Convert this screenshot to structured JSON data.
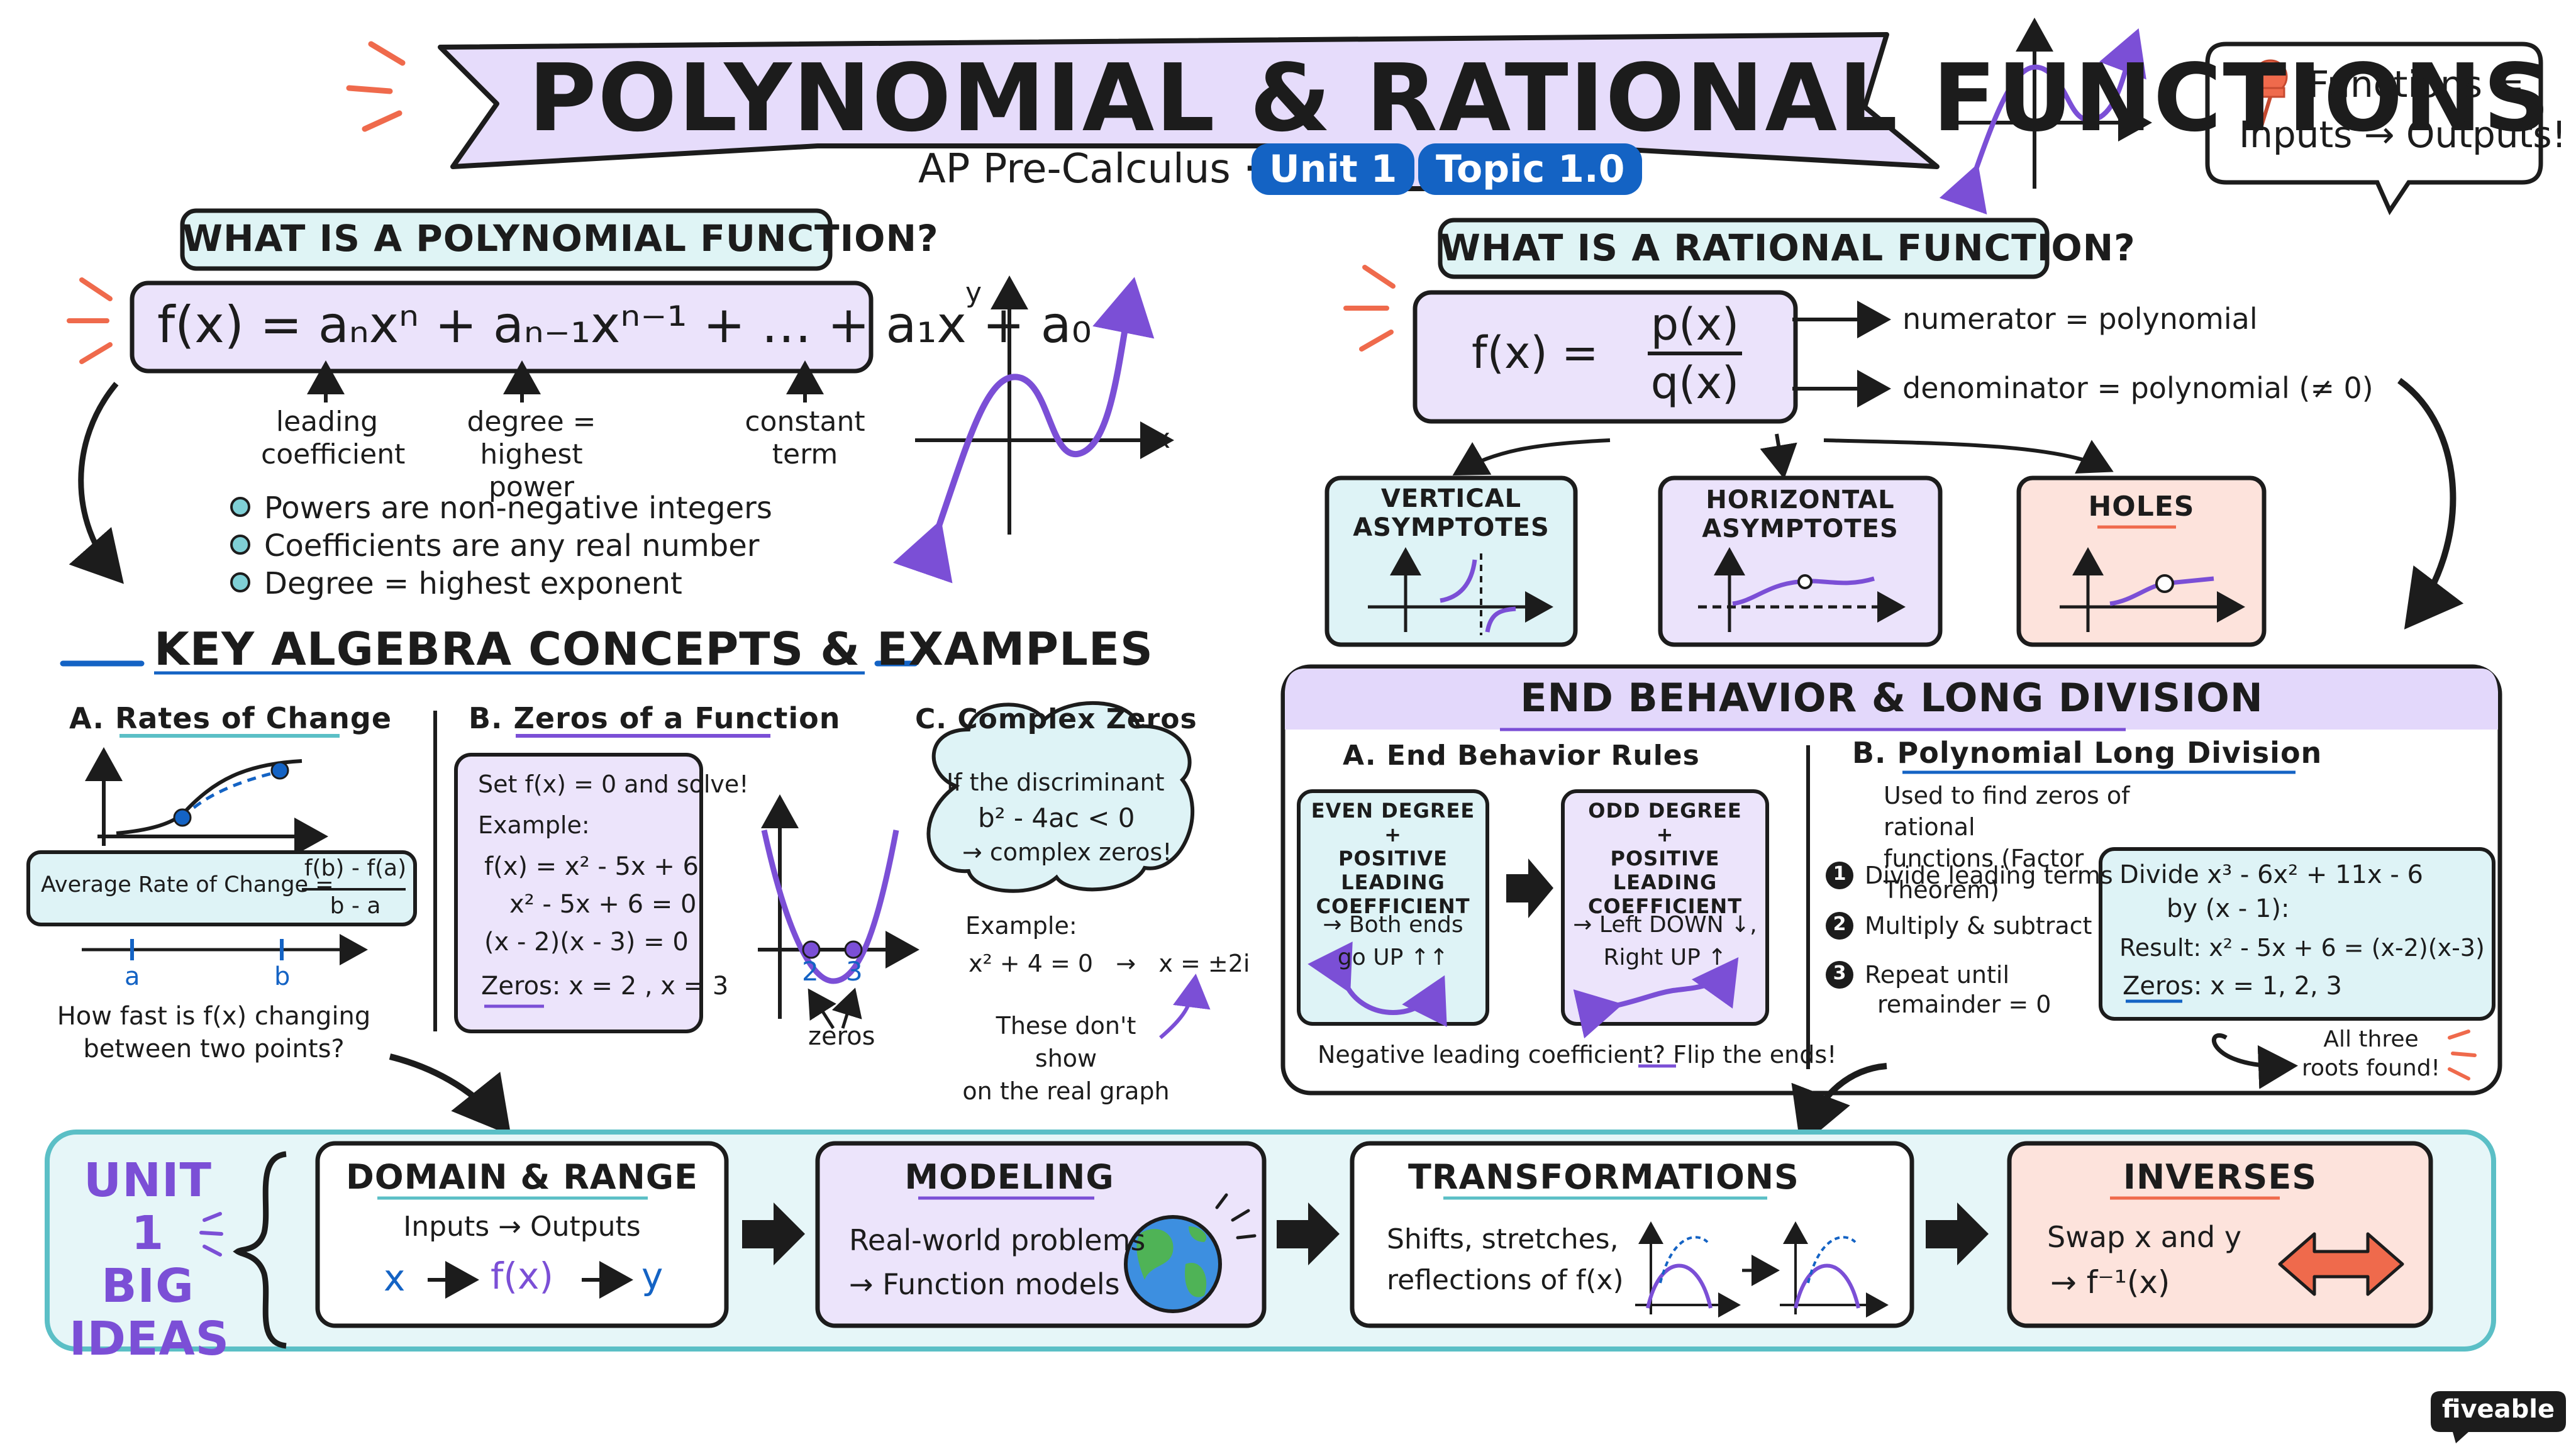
{
  "header": {
    "title": "POLYNOMIAL & RATIONAL FUNCTIONS",
    "subtitle": "AP Pre-Calculus ·",
    "unit_badge": "Unit 1",
    "topic_badge": "Topic 1.0",
    "callout_line1": "Functions =",
    "callout_line2": "Inputs → Outputs!"
  },
  "polynomial": {
    "heading": "WHAT IS A POLYNOMIAL FUNCTION?",
    "formula": "f(x) = aₙxⁿ + aₙ₋₁xⁿ⁻¹ + … + a₁x + a₀",
    "label_leading_1": "leading",
    "label_leading_2": "coefficient",
    "label_degree_1": "degree =",
    "label_degree_2": "highest power",
    "label_constant_1": "constant",
    "label_constant_2": "term",
    "bullets": [
      "Powers are non-negative integers",
      "Coefficients are any real number",
      "Degree = highest exponent"
    ],
    "graph_y": "y",
    "graph_x": "x"
  },
  "algebra": {
    "heading": "KEY ALGEBRA CONCEPTS & EXAMPLES",
    "rates": {
      "title": "A. Rates of Change",
      "formula_label": "Average Rate of Change =",
      "formula_num": "f(b) - f(a)",
      "formula_den": "b - a",
      "tick_a": "a",
      "tick_b": "b",
      "question_1": "How fast is f(x) changing",
      "question_2": "between two points?"
    },
    "zeros": {
      "title": "B. Zeros of a Function",
      "lines": [
        "Set f(x) = 0 and solve!",
        "Example:",
        "f(x) = x² - 5x + 6",
        "x² - 5x + 6 = 0",
        "(x - 2)(x - 3) = 0",
        "Zeros: x = 2 , x = 3"
      ],
      "root_1": "2",
      "root_2": "3",
      "zeros_label": "zeros"
    },
    "complex": {
      "title": "C. Complex Zeros",
      "cloud_1": "If the discriminant",
      "cloud_2": "b² - 4ac < 0",
      "cloud_3": "→ complex zeros!",
      "example_label": "Example:",
      "example": "x² + 4 = 0   →   x = ±2i",
      "note_1": "These don't show",
      "note_2": "on the real graph"
    }
  },
  "rational": {
    "heading": "WHAT IS A RATIONAL FUNCTION?",
    "lhs": "f(x) =",
    "numerator": "p(x)",
    "denominator": "q(x)",
    "numerator_label": "numerator = polynomial",
    "denominator_label": "denominator = polynomial (≠ 0)",
    "cards": [
      {
        "title_1": "VERTICAL",
        "title_2": "ASYMPTOTES"
      },
      {
        "title_1": "HORIZONTAL",
        "title_2": "ASYMPTOTES"
      },
      {
        "title_1": "HOLES",
        "title_2": ""
      }
    ]
  },
  "end_behavior": {
    "heading": "END BEHAVIOR & LONG DIVISION",
    "rules_title": "A. End Behavior Rules",
    "even_1": "EVEN DEGREE",
    "even_2": "+",
    "even_3": "POSITIVE LEADING",
    "even_4": "COEFFICIENT",
    "even_5": "→ Both ends",
    "even_6": "go UP ↑↑",
    "odd_1": "ODD DEGREE",
    "odd_2": "+",
    "odd_3": "POSITIVE LEADING",
    "odd_4": "COEFFICIENT",
    "odd_5": "→ Left DOWN ↓,",
    "odd_6": "Right UP ↑",
    "negative_note": "Negative leading coefficient? Flip the ends!",
    "division_title": "B. Polynomial Long Division",
    "division_sub_1": "Used to find zeros of rational",
    "division_sub_2": "functions (Factor Theorem)",
    "steps": [
      "Divide leading terms",
      "Multiply & subtract",
      "Repeat until",
      "remainder = 0"
    ],
    "step_nums": [
      "1",
      "2",
      "3"
    ],
    "div_1": "Divide x³ - 6x² + 11x - 6",
    "div_2": "by (x - 1):",
    "div_3": "Result: x² - 5x + 6 = (x-2)(x-3)",
    "div_4": "Zeros: x = 1, 2, 3",
    "roots_1": "All three",
    "roots_2": "roots found!"
  },
  "big_ideas": {
    "label_1": "UNIT 1",
    "label_2": "BIG",
    "label_3": "IDEAS",
    "domain_title": "DOMAIN & RANGE",
    "domain_line": "Inputs → Outputs",
    "domain_x": "x",
    "domain_f": "f(x)",
    "domain_y": "y",
    "modeling_title": "MODELING",
    "modeling_1": "Real-world problems",
    "modeling_2": "→ Function models",
    "transform_title": "TRANSFORMATIONS",
    "transform_1": "Shifts, stretches,",
    "transform_2": "reflections of f(x)",
    "inverses_title": "INVERSES",
    "inverses_1": "Swap x and y",
    "inverses_2": "→ f⁻¹(x)"
  },
  "brand": "fiveable",
  "colors": {
    "purple": "#7b4fd6",
    "lavender": "#e8e0fb",
    "aqua": "#ddf3f6",
    "peach": "#fde3dc",
    "blue": "#1463c4",
    "orange": "#ef6a4c",
    "teal_border": "#5bbfc6"
  }
}
